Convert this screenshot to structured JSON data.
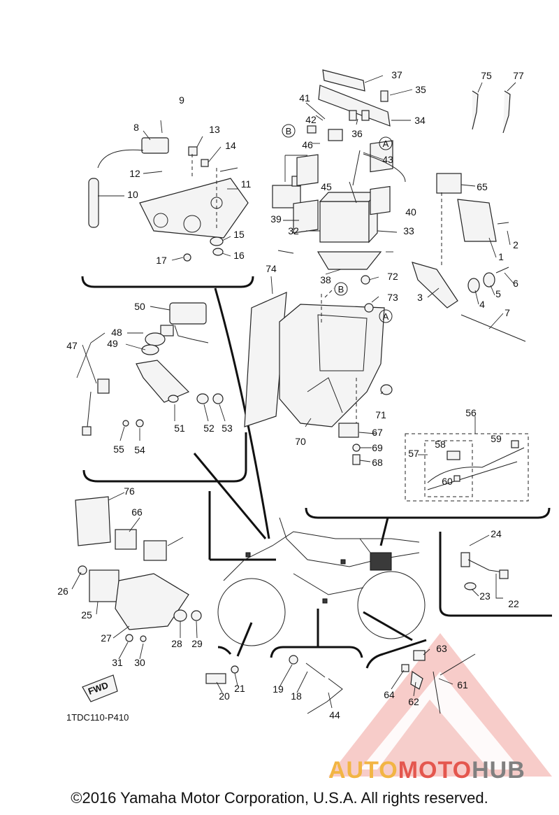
{
  "diagram": {
    "code": "1TDC110-P410",
    "fwd_label": "FWD",
    "ref_markers": [
      "A",
      "B"
    ]
  },
  "footer": {
    "copyright": "©2016 Yamaha Motor Corporation, U.S.A. All rights reserved."
  },
  "watermark": {
    "part1": "AUTO",
    "part2": "MOTO",
    "part3": "HUB"
  },
  "colors": {
    "watermark_red": "#e4574e",
    "watermark_orange": "#f2b544",
    "watermark_gray": "#808080"
  },
  "callouts": [
    "1",
    "2",
    "3",
    "4",
    "5",
    "6",
    "7",
    "8",
    "9",
    "10",
    "11",
    "12",
    "13",
    "14",
    "15",
    "16",
    "17",
    "18",
    "19",
    "20",
    "21",
    "22",
    "23",
    "24",
    "25",
    "26",
    "27",
    "28",
    "29",
    "30",
    "31",
    "32",
    "33",
    "34",
    "35",
    "36",
    "37",
    "38",
    "39",
    "40",
    "41",
    "42",
    "43",
    "44",
    "45",
    "46",
    "47",
    "48",
    "49",
    "50",
    "51",
    "52",
    "53",
    "54",
    "55",
    "56",
    "57",
    "58",
    "59",
    "60",
    "61",
    "62",
    "63",
    "64",
    "65",
    "66",
    "67",
    "68",
    "69",
    "70",
    "71",
    "72",
    "73",
    "74",
    "75",
    "76",
    "77"
  ]
}
